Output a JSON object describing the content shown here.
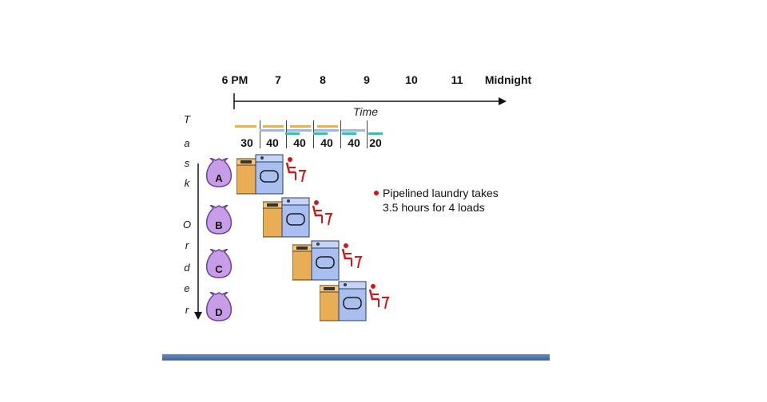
{
  "timeline": {
    "hours": [
      "6 PM",
      "7",
      "8",
      "9",
      "10",
      "11",
      "Midnight"
    ],
    "axis_label": "Time"
  },
  "stages": {
    "durations": [
      "30",
      "40",
      "40",
      "40",
      "40",
      "20"
    ],
    "colors": {
      "wash": "#f0b040",
      "dry": "#9fb7e6",
      "fold": "#20c8b8"
    }
  },
  "task_order": {
    "letters": [
      "T",
      "a",
      "s",
      "k",
      "O",
      "r",
      "d",
      "e",
      "r"
    ]
  },
  "loads": [
    {
      "label": "A"
    },
    {
      "label": "B"
    },
    {
      "label": "C"
    },
    {
      "label": "D"
    }
  ],
  "note": {
    "line1": "Pipelined laundry takes",
    "line2": "3.5 hours for 4 loads"
  },
  "colors": {
    "bag_fill": "#c79de8",
    "washer_fill": "#e9ad55",
    "dryer_fill": "#a9bff0",
    "folder_red": "#d41616",
    "footer_bar": "#4a6aa3"
  }
}
